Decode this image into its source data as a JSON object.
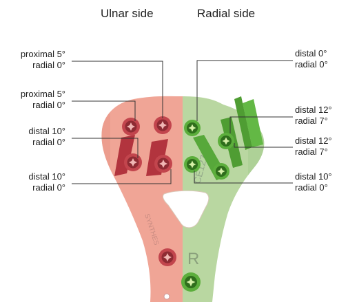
{
  "headers": {
    "ulnar": "Ulnar side",
    "radial": "Radial side"
  },
  "ulnar_labels": [
    {
      "line1": "proximal  5°",
      "line2": "radial 0°"
    },
    {
      "line1": "proximal  5°",
      "line2": "radial 0°"
    },
    {
      "line1": "distal  10°",
      "line2": "radial 0°"
    },
    {
      "line1": "distal  10°",
      "line2": "radial 0°"
    }
  ],
  "radial_labels": [
    {
      "line1": "distal 0°",
      "line2": "radial 0°"
    },
    {
      "line1": "distal  12°",
      "line2": "radial  7°"
    },
    {
      "line1": "distal  12°",
      "line2": "radial  7°"
    },
    {
      "line1": "distal  10°",
      "line2": "radial 0°"
    }
  ],
  "plate_marks": {
    "side_letter": "R",
    "brand": "SYNTHES",
    "ce_mark": "CE1275"
  },
  "colors": {
    "ulnar_plate": "#f0a596",
    "radial_plate": "#b9d7a1",
    "ulnar_screw": "#c2454d",
    "radial_screw": "#5cae3c",
    "leader_line": "#333333"
  }
}
